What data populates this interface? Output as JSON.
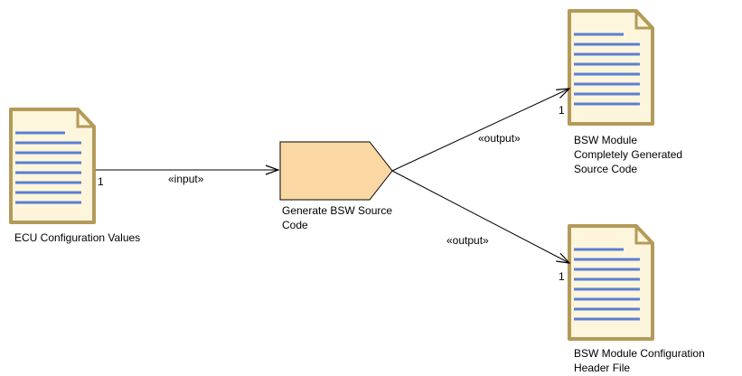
{
  "diagram": {
    "nodes": {
      "ecu_config": {
        "kind": "document",
        "label": "ECU Configuration Values",
        "multiplicity": "1"
      },
      "generate_task": {
        "kind": "task",
        "label_line1": "Generate BSW Source",
        "label_line2": "Code"
      },
      "bsw_source": {
        "kind": "document",
        "label_line1": "BSW Module",
        "label_line2": "Completely Generated",
        "label_line3": "Source Code",
        "multiplicity": "1"
      },
      "bsw_header": {
        "kind": "document",
        "label_line1": "BSW Module Configuration",
        "label_line2": "Header File",
        "multiplicity": "1"
      }
    },
    "edges": [
      {
        "from": "ecu_config",
        "to": "generate_task",
        "stereotype": "«input»"
      },
      {
        "from": "generate_task",
        "to": "bsw_source",
        "stereotype": "«output»"
      },
      {
        "from": "generate_task",
        "to": "bsw_header",
        "stereotype": "«output»"
      }
    ],
    "colors": {
      "document_fill": "#fdf6dc",
      "document_border": "#b49a5a",
      "document_lines": "#5b7fd1",
      "task_fill": "#fbd8a3",
      "task_border": "#000000",
      "edge": "#000000"
    }
  }
}
